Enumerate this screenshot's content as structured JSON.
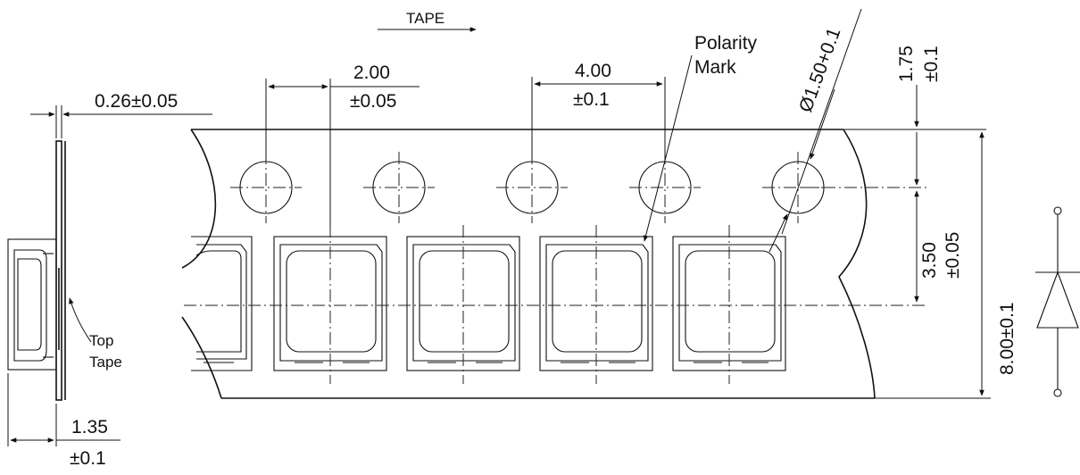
{
  "labels": {
    "tape": "TAPE",
    "pitch_value": "2.00",
    "pitch_tol": "±0.05",
    "pocket_pitch_value": "4.00",
    "pocket_pitch_tol": "±0.1",
    "polarity_line1": "Polarity",
    "polarity_line2": "Mark",
    "hole_diameter": "Ø1.50+0.1",
    "edge_value": "1.75",
    "edge_tol": "±0.1",
    "center_value": "3.50",
    "center_tol": "±0.05",
    "width": "8.00±0.1",
    "thickness": "0.26±0.05",
    "top_tape_line1": "Top",
    "top_tape_line2": "Tape",
    "depth_value": "1.35",
    "depth_tol": "±0.1"
  }
}
